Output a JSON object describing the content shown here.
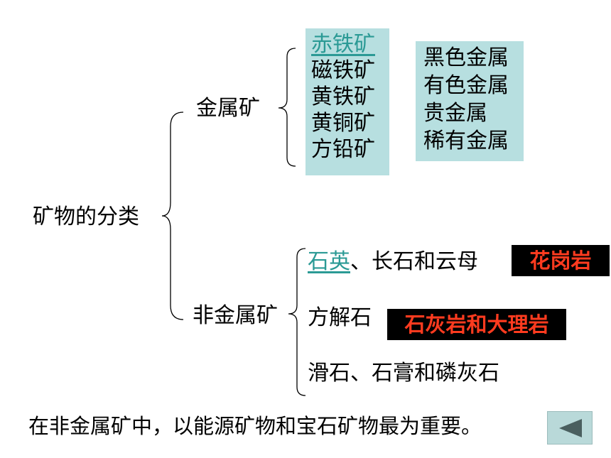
{
  "root_label": "矿物的分类",
  "metal": {
    "label": "金属矿",
    "ores": [
      "赤铁矿",
      "磁铁矿",
      "黄铁矿",
      "黄铜矿",
      "方铅矿"
    ],
    "types": [
      "黑色金属",
      "有色金属",
      "贵金属",
      "稀有金属"
    ]
  },
  "nonmetal": {
    "label": "非金属矿",
    "row1": {
      "link": "石英",
      "rest": "、长石和云母",
      "tag": "花岗岩"
    },
    "row2": {
      "text": "方解石",
      "tag": "石灰岩和大理岩"
    },
    "row3": {
      "text": "滑石、石膏和磷灰石"
    }
  },
  "footer": "在非金属矿中，以能源矿物和宝石矿物最为重要。",
  "colors": {
    "box": "#b7dfe0",
    "link": "#2b9a95",
    "tag_bg": "#000000",
    "tag_text": "#ff3b1f"
  },
  "back_button_icon": "left-triangle-icon"
}
